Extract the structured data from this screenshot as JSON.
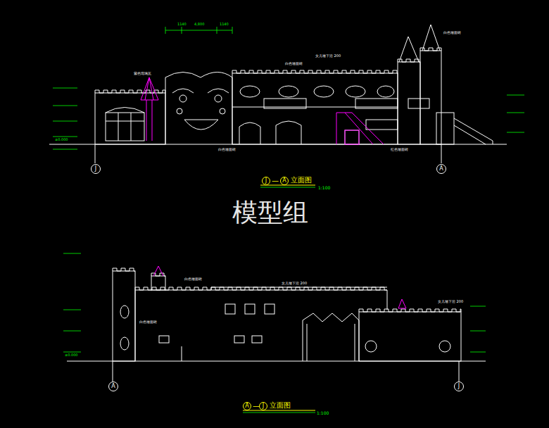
{
  "diagram": {
    "nodes": [
      {
        "text": [
          "J"
        ]
      },
      {
        "text": [
          "A"
        ]
      },
      {
        "text": [
          "J"
        ]
      },
      {
        "text": [
          "A"
        ]
      },
      {
        "text": [
          "A"
        ]
      },
      {
        "text": [
          "J"
        ]
      },
      {
        "text": [
          "A"
        ]
      },
      {
        "text": [
          "J"
        ]
      }
    ],
    "labels": [
      "1140",
      "4,800",
      "1140",
      "白色墙面砖",
      "白色墙面砖",
      "红色墙面砖",
      "女儿墙下沿 200",
      "紫色琉璃瓦",
      "白色墙面砖",
      "—",
      "立面图",
      "1:100",
      "模型组",
      "白色墙面砖",
      "女儿墙下沿 200",
      "女儿墙下沿 200",
      "白色墙面砖",
      "—",
      "立面图",
      "1:100",
      "±0.000",
      "±0.000"
    ]
  }
}
